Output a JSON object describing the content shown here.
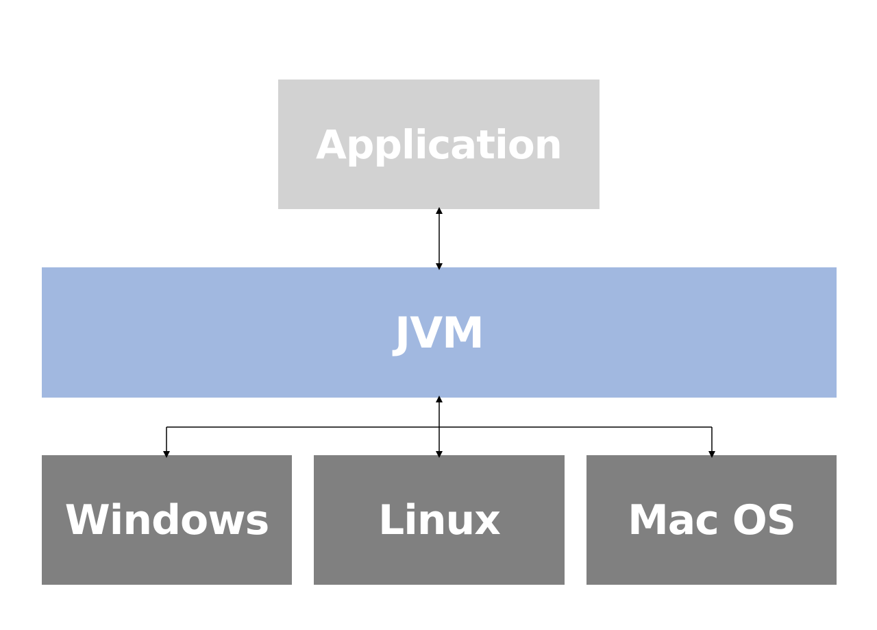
{
  "colors": {
    "application": "#d2d2d2",
    "jvm": "#a1b8e0",
    "os": "#808080",
    "text": "#ffffff",
    "connector": "#000000"
  },
  "application": {
    "label": "Application"
  },
  "jvm": {
    "label": "JVM"
  },
  "platforms": [
    {
      "label": "Windows"
    },
    {
      "label": "Linux"
    },
    {
      "label": "Mac OS"
    }
  ]
}
